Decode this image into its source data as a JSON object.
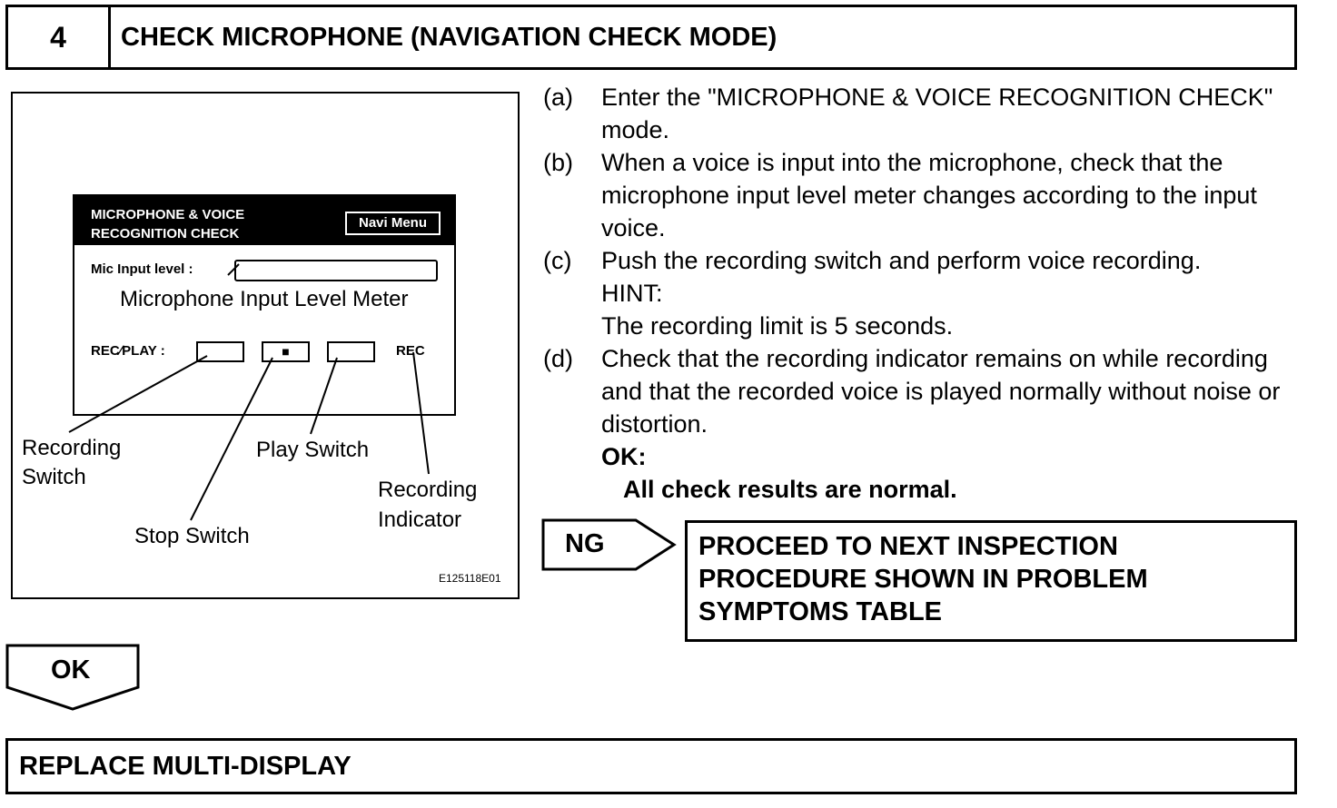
{
  "header": {
    "step_number": "4",
    "title": "CHECK MICROPHONE (NAVIGATION CHECK MODE)"
  },
  "figure": {
    "screen_title": "MICROPHONE & VOICE RECOGNITION CHECK",
    "navi_button": "Navi Menu",
    "mic_input_label": "Mic Input level :",
    "mic_meter_label": "Microphone Input Level Meter",
    "rec_play_label": "REC∕PLAY :",
    "stop_symbol": "■",
    "rec_indicator": "REC",
    "recording_switch_line1": "Recording",
    "recording_switch_line2": "Switch",
    "play_switch": "Play Switch",
    "stop_switch": "Stop Switch",
    "recording_indicator_line1": "Recording",
    "recording_indicator_line2": "Indicator",
    "figure_id": "E125118E01"
  },
  "steps": [
    {
      "tag": "(a)",
      "text": "Enter the \"MICROPHONE & VOICE RECOGNITION CHECK\" mode."
    },
    {
      "tag": "(b)",
      "text": "When a voice is input into the microphone, check that the microphone input level meter changes according to the input voice."
    },
    {
      "tag": "(c)",
      "text": "Push the recording switch and perform voice recording.",
      "hint_label": "HINT:",
      "hint_text": "The recording limit is 5 seconds."
    },
    {
      "tag": "(d)",
      "text": "Check that the recording indicator remains on while recording and that the recorded voice is played normally without noise or distortion.",
      "ok_label": "OK:",
      "ok_text": "All check results are normal."
    }
  ],
  "ng": {
    "label": "NG",
    "line1": "PROCEED TO NEXT INSPECTION",
    "line2": "PROCEDURE SHOWN IN PROBLEM",
    "line3": "SYMPTOMS TABLE"
  },
  "ok_arrow": {
    "label": "OK"
  },
  "final": {
    "title": "REPLACE MULTI-DISPLAY"
  }
}
